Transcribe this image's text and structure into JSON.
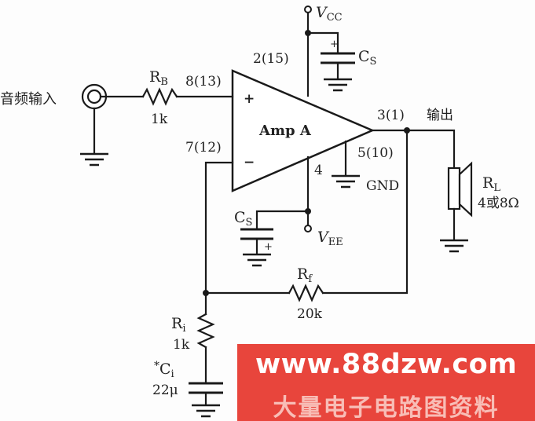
{
  "diagram": {
    "amp_label": "Amp A",
    "pin_noninv": "+",
    "pin_inv": "−",
    "pin_in_plus": "8(13)",
    "pin_in_minus": "7(12)",
    "pin_vcc": "2(15)",
    "pin_out": "3(1)",
    "pin_gnd": "5(10)",
    "pin_vee": "4",
    "vcc": {
      "main": "V",
      "sub": "CC"
    },
    "vee": {
      "main": "V",
      "sub": "EE"
    },
    "cs_top": {
      "main": "C",
      "sub": "S"
    },
    "cs_bottom": {
      "main": "C",
      "sub": "S"
    },
    "gnd_label": "GND",
    "input_label": "音频输入",
    "output_label": "输出",
    "rb": {
      "main": "R",
      "sub": "B",
      "value": "1k"
    },
    "rf": {
      "main": "R",
      "sub": "f",
      "value": "20k"
    },
    "ri": {
      "main": "R",
      "sub": "i",
      "value": "1k"
    },
    "ci": {
      "prefix": "*",
      "main": "C",
      "sub": "i",
      "value": "22μ"
    },
    "rl": {
      "main": "R",
      "sub": "L",
      "value": "4或8Ω"
    },
    "cap_plus": "+"
  },
  "watermark": {
    "url": "www.88dzw.com",
    "site_name": "大量电子电路图资料",
    "color": "#e8453c"
  }
}
